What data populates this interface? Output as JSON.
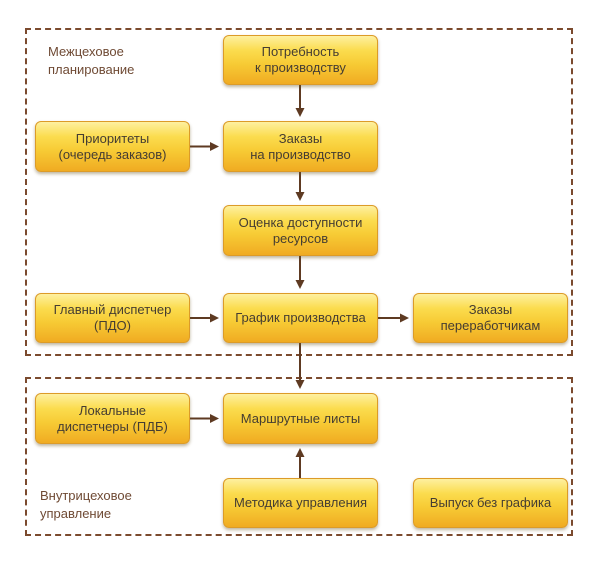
{
  "colors": {
    "background": "#FFFFFF",
    "box_fill_top": "#FEF0A0",
    "box_fill_mid1": "#FBDC4E",
    "box_fill_mid2": "#F7CB35",
    "box_fill_bottom": "#F0AB22",
    "box_border": "#DC9B28",
    "box_text": "#453D32",
    "region_border": "#7B4A2E",
    "region_label": "#6F4A34",
    "arrow": "#5E3A22"
  },
  "diagram": {
    "regions": {
      "intershop": {
        "label": "Межцеховое\nпланирование"
      },
      "intrashop": {
        "label": "Внутрицеховое\nуправление"
      }
    },
    "nodes": {
      "need": {
        "label": "Потребность\nк производству"
      },
      "priorities": {
        "label": "Приоритеты\n(очередь заказов)"
      },
      "orders": {
        "label": "Заказы\nна производство"
      },
      "assessment": {
        "label": "Оценка доступности\nресурсов"
      },
      "chief": {
        "label": "Главный диспетчер\n(ПДО)"
      },
      "schedule": {
        "label": "График производства"
      },
      "processors": {
        "label": "Заказы\nпереработчикам"
      },
      "local": {
        "label": "Локальные\nдиспетчеры (ПДБ)"
      },
      "route": {
        "label": "Маршрутные листы"
      },
      "methodology": {
        "label": "Методика управления"
      },
      "release": {
        "label": "Выпуск без графика"
      }
    }
  }
}
